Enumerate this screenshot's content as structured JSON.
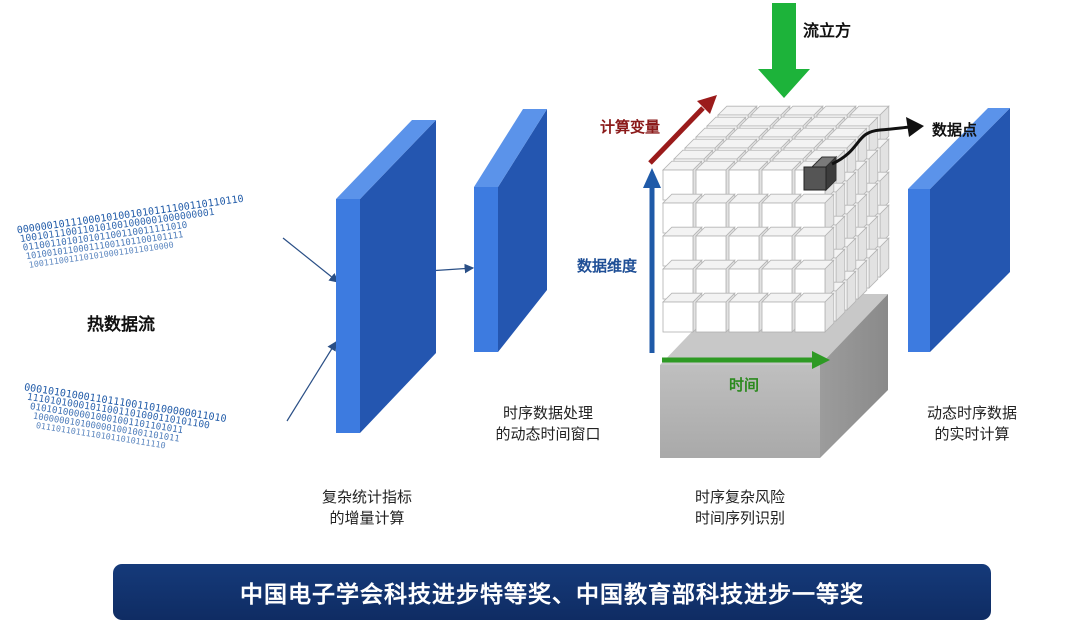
{
  "stream_label": "热数据流",
  "stream_bits": {
    "top": [
      "00000010111000101001010111100110110110",
      "1001011100110101001000001000000001",
      "011001101010101100110011111010",
      "101001011000111001101100101111",
      "10011100111010100011011010000"
    ],
    "bottom": [
      "0001010100011011100110100000011010",
      "11101010001011001101000110101100",
      "0101010000010001001101101011",
      "1000000101000001001001101011",
      "01110110111101011010111110"
    ]
  },
  "captions": {
    "panel1": [
      "复杂统计指标",
      "的增量计算"
    ],
    "panel2": [
      "时序数据处理",
      "的动态时间窗口"
    ],
    "cube": [
      "时序复杂风险",
      "时间序列识别"
    ],
    "panel4": [
      "动态时序数据",
      "的实时计算"
    ]
  },
  "cube_labels": {
    "stream_cube": "流立方",
    "compute_var": "计算变量",
    "data_dim": "数据维度",
    "time": "时间",
    "data_point": "数据点"
  },
  "banner": "中国电子学会科技进步特等奖、中国教育部科技进步一等奖",
  "colors": {
    "panel_front": "#3d7be0",
    "panel_side": "#2456b0",
    "arrow_green": "#1db33a",
    "arrow_red": "#9b1b1b",
    "arrow_blue": "#1f5aa8",
    "time_green": "#2c8a1f",
    "banner_bg": "#133675"
  }
}
